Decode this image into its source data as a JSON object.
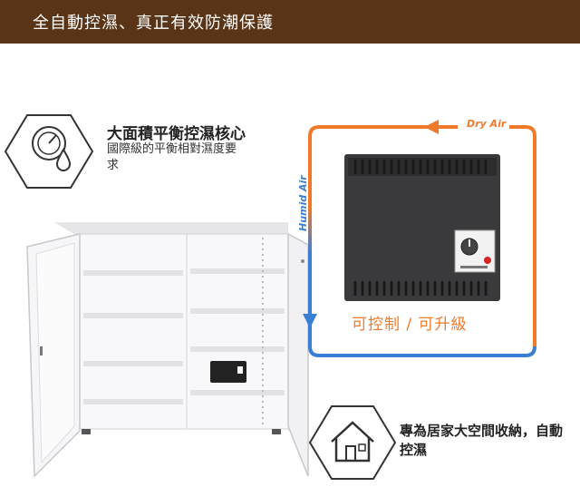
{
  "header": {
    "title": "全自動控濕、真正有效防潮保護"
  },
  "feature": {
    "title": "大面積平衡控濕核心",
    "description": "國際級的平衡相對濕度要求"
  },
  "controller": {
    "label": "可控制 / 可升級"
  },
  "airflow": {
    "dry_label": "Dry Air",
    "humid_label": "Humid Air"
  },
  "bottom": {
    "text": "專為居家大空間收納，自動控濕"
  },
  "colors": {
    "header": "#5a3416",
    "dry": "#f07a2a",
    "humid": "#3a7fd4"
  },
  "icons": [
    "hygrometer-droplet-icon",
    "house-icon"
  ]
}
